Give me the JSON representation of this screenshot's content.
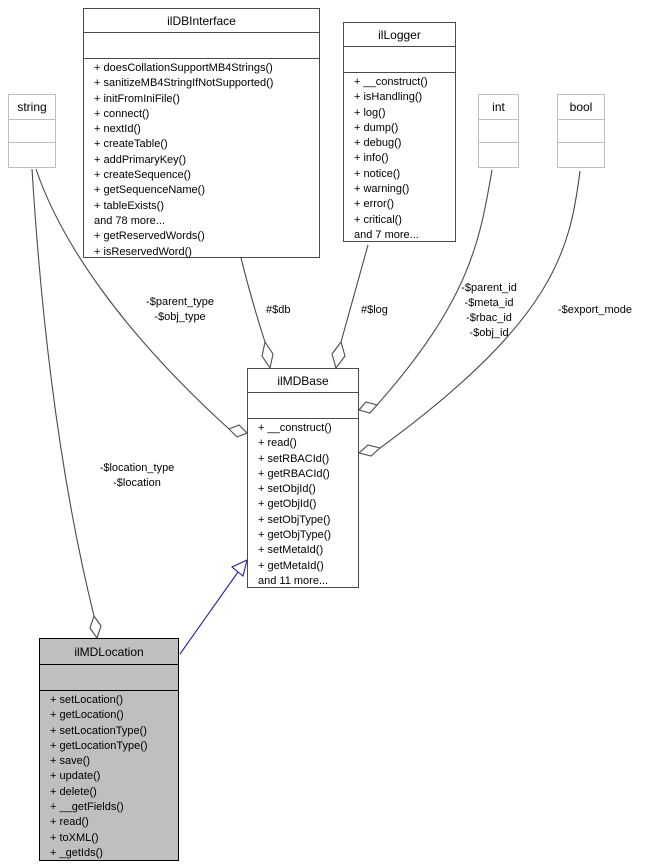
{
  "diagram": {
    "kind": "uml-collaboration-diagram",
    "background": "#ffffff",
    "edge_color": "#4a4a4a",
    "inheritance_color": "#22229c",
    "highlight_fill": "#bfbfbf"
  },
  "classes": {
    "dbinterface": {
      "title": "ilDBInterface",
      "methods": [
        "+ doesCollationSupportMB4Strings()",
        "+ sanitizeMB4StringIfNotSupported()",
        "+ initFromIniFile()",
        "+ connect()",
        "+ nextId()",
        "+ createTable()",
        "+ addPrimaryKey()",
        "+ createSequence()",
        "+ getSequenceName()",
        "+ tableExists()",
        "and 78 more...",
        "+ getReservedWords()",
        "+ isReservedWord()"
      ]
    },
    "logger": {
      "title": "ilLogger",
      "methods": [
        "+ __construct()",
        "+ isHandling()",
        "+ log()",
        "+ dump()",
        "+ debug()",
        "+ info()",
        "+ notice()",
        "+ warning()",
        "+ error()",
        "+ critical()",
        "and 7 more..."
      ]
    },
    "string": {
      "title": "string"
    },
    "int": {
      "title": "int"
    },
    "bool": {
      "title": "bool"
    },
    "mdbase": {
      "title": "ilMDBase",
      "methods": [
        "+ __construct()",
        "+ read()",
        "+ setRBACId()",
        "+ getRBACId()",
        "+ setObjId()",
        "+ getObjId()",
        "+ setObjType()",
        "+ getObjType()",
        "+ setMetaId()",
        "+ getMetaId()",
        "and 11 more..."
      ]
    },
    "mdlocation": {
      "title": "ilMDLocation",
      "methods": [
        "+ setLocation()",
        "+ getLocation()",
        "+ setLocationType()",
        "+ getLocationType()",
        "+ save()",
        "+ update()",
        "+ delete()",
        "+ __getFields()",
        "+ read()",
        "+ toXML()",
        "+ _getIds()"
      ]
    }
  },
  "edge_labels": {
    "parent_type": [
      "-$parent_type",
      "-$obj_type"
    ],
    "db": "#$db",
    "log": "#$log",
    "ids": [
      "-$parent_id",
      "-$meta_id",
      "-$rbac_id",
      "-$obj_id"
    ],
    "export_mode": "-$export_mode",
    "location": [
      "-$location_type",
      "-$location"
    ]
  }
}
